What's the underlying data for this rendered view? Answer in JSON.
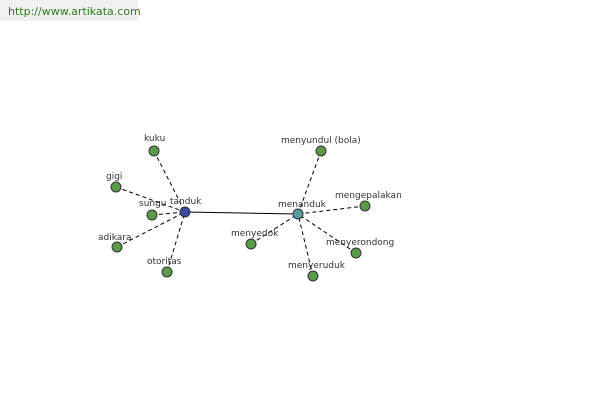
{
  "url": "http://www.artikata.com",
  "colors": {
    "edge": "#000000",
    "node_leaf": "#5a9a4a",
    "node_hub1": "#3a4aa0",
    "node_hub2": "#5a9aa8",
    "node_stroke": "#333333"
  },
  "hubs": [
    {
      "id": "tanduk",
      "label": "tanduk"
    },
    {
      "id": "menanduk",
      "label": "menanduk"
    }
  ],
  "leaves": [
    {
      "id": "kuku",
      "label": "kuku",
      "hub": "tanduk"
    },
    {
      "id": "gigi",
      "label": "gigi",
      "hub": "tanduk"
    },
    {
      "id": "sungu",
      "label": "sungu",
      "hub": "tanduk"
    },
    {
      "id": "adikara",
      "label": "adikara",
      "hub": "tanduk"
    },
    {
      "id": "otoritas",
      "label": "otoritas",
      "hub": "tanduk"
    },
    {
      "id": "menyundul",
      "label": "menyundul (bola)",
      "hub": "menanduk"
    },
    {
      "id": "mengepalakan",
      "label": "mengepalakan",
      "hub": "menanduk"
    },
    {
      "id": "menyedok",
      "label": "menyedok",
      "hub": "menanduk"
    },
    {
      "id": "menyerondong",
      "label": "menyerondong",
      "hub": "menanduk"
    },
    {
      "id": "menyeruduk",
      "label": "menyeruduk",
      "hub": "menanduk"
    }
  ]
}
